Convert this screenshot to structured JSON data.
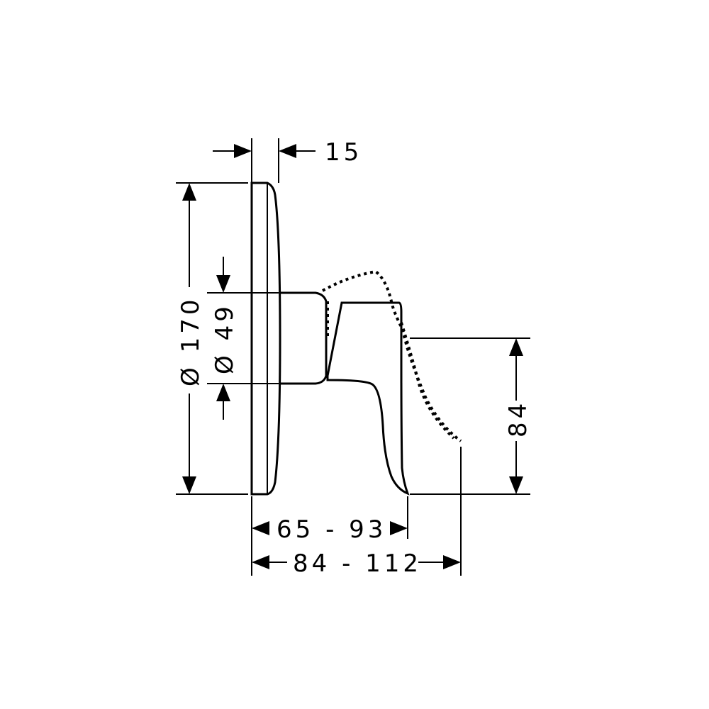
{
  "dimensions": {
    "plate_thickness": "15",
    "plate_diameter": "Ø 170",
    "body_diameter": "Ø 49",
    "lever_height": "84",
    "projection_lever": "65 - 93",
    "projection_total": "84 - 112"
  },
  "colors": {
    "line": "#000000",
    "background": "#ffffff"
  }
}
